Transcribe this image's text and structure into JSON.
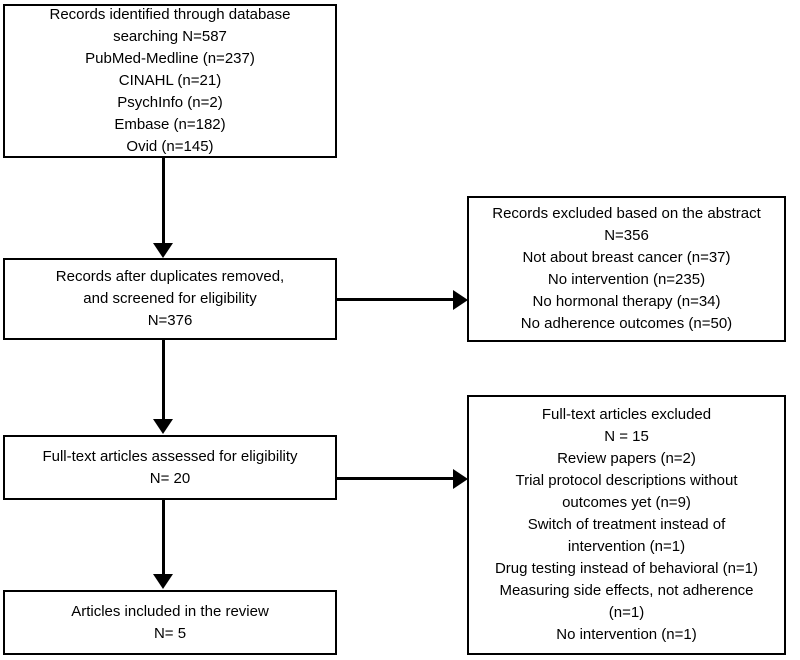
{
  "diagram": {
    "title": "PRISMA study selection flow diagram",
    "ink_color": "#000000",
    "background_color": "#ffffff",
    "nodes": {
      "identification": {
        "name": "Records identified through database searching",
        "lines": [
          "Records identified through database",
          "searching N=587",
          "PubMed-Medline (n=237)",
          "CINAHL (n=21)",
          "PsychInfo (n=2)",
          "Embase (n=182)",
          "Ovid (n=145)"
        ]
      },
      "screened": {
        "name": "Records after duplicates removed",
        "lines": [
          "Records after duplicates removed,",
          "and screened for eligibility",
          "N=376"
        ]
      },
      "fulltext": {
        "name": "Full-text articles assessed for eligibility",
        "lines": [
          "Full-text articles assessed for eligibility",
          "N= 20"
        ]
      },
      "included": {
        "name": "Articles included in the review",
        "lines": [
          "Articles included in the review",
          "N= 5"
        ]
      },
      "excluded_abstract": {
        "name": "Records excluded based on the abstract",
        "lines": [
          "Records excluded based on the abstract",
          "N=356",
          "Not about breast cancer (n=37)",
          "No intervention (n=235)",
          "No hormonal therapy (n=34)",
          "No adherence outcomes (n=50)"
        ]
      },
      "excluded_fulltext": {
        "name": "Full-text articles excluded",
        "lines": [
          "Full-text articles excluded",
          "N = 15",
          "Review papers (n=2)",
          "Trial protocol descriptions without",
          "outcomes yet (n=9)",
          "Switch of treatment instead of",
          "intervention (n=1)",
          "Drug testing instead of behavioral (n=1)",
          "Measuring side effects, not adherence",
          "(n=1)",
          "No intervention (n=1)"
        ]
      }
    }
  }
}
